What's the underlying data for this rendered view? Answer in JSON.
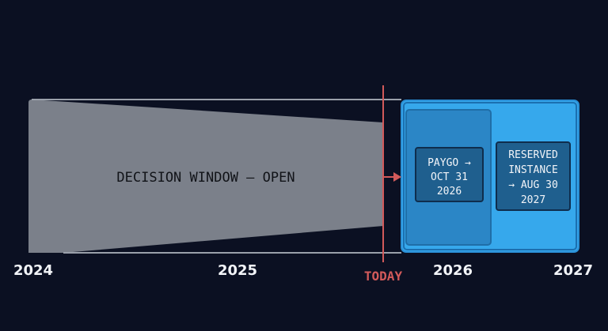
{
  "decision_window": {
    "label": "DECISION WINDOW — OPEN"
  },
  "today": {
    "label": "TODAY"
  },
  "timeline": {
    "years": [
      "2024",
      "2025",
      "2026",
      "2027"
    ]
  },
  "cards": [
    {
      "lines": [
        "PAYGO →",
        "OCT 31",
        "2026"
      ]
    },
    {
      "lines": [
        "RESERVED",
        "INSTANCE",
        "→ AUG 30",
        "2027"
      ]
    }
  ],
  "colors": {
    "background": "#0b1022",
    "decision_fill": "#7b808a",
    "decision_outline": "#9aa0aa",
    "today_line": "#d25a5a",
    "panel_fill": "#36a8ec",
    "panel_outline": "#2a8fd6",
    "inner_panel": "#2b86c6",
    "card_fill": "#1f5f8e",
    "card_outline": "#0f2d4d",
    "text_light": "#f2f4f8",
    "text_dark": "#111318"
  }
}
